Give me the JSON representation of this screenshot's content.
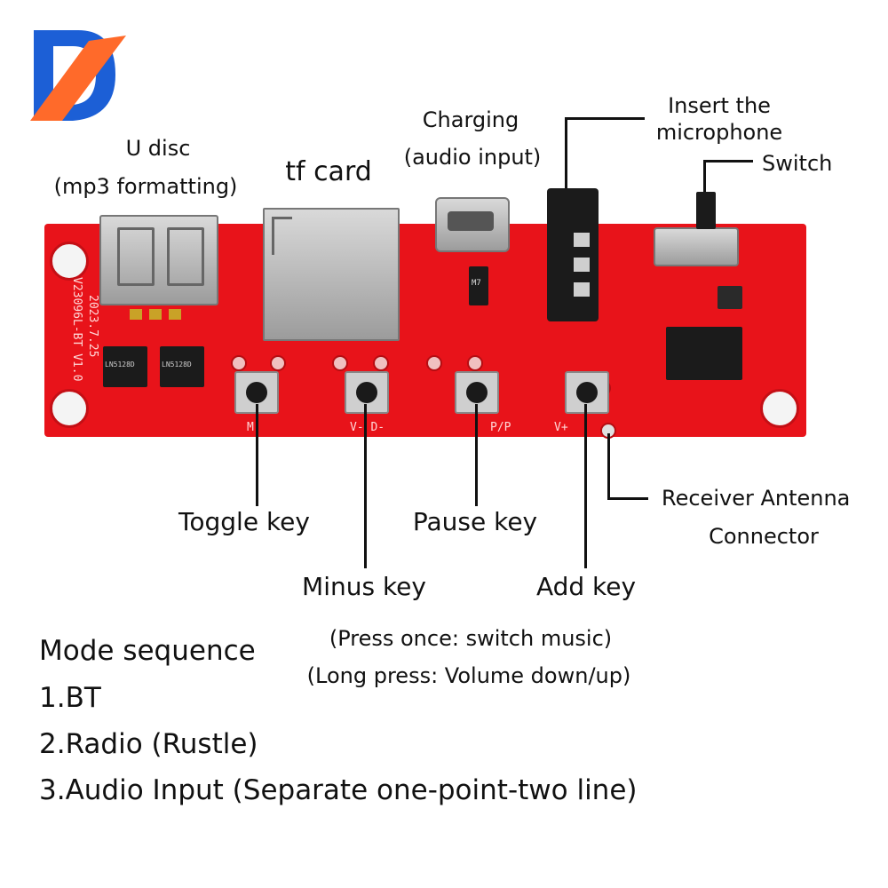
{
  "labels": {
    "u_disc": "U disc",
    "u_disc_sub": "(mp3 formatting)",
    "tf_card": "tf card",
    "charging": "Charging",
    "charging_sub": "(audio input)",
    "microphone_1": "Insert the",
    "microphone_2": "microphone",
    "switch": "Switch",
    "toggle_key": "Toggle key",
    "minus_key": "Minus key",
    "pause_key": "Pause key",
    "add_key": "Add key",
    "antenna_1": "Receiver Antenna",
    "antenna_2": "Connector",
    "note_1": "(Press once: switch music)",
    "note_2": "(Long press: Volume down/up)"
  },
  "modes": {
    "heading": "Mode sequence",
    "items": [
      "1.BT",
      "2.Radio (Rustle)",
      "3.Audio Input (Separate one-point-two line)"
    ]
  },
  "board": {
    "silk_version": "V23096L-BT V1.0",
    "silk_date": "2023.7.25",
    "silk_m": "M",
    "silk_v_minus": "V- D-",
    "silk_pp": "P/P",
    "silk_v_plus": "V+",
    "chip_label_1": "LN5128D",
    "chip_label_2": "LN5128D",
    "diode_label": "M7"
  },
  "colors": {
    "pcb": "#e8131a",
    "logo_blue": "#1c5fd6",
    "logo_orange": "#ff6a2a"
  }
}
